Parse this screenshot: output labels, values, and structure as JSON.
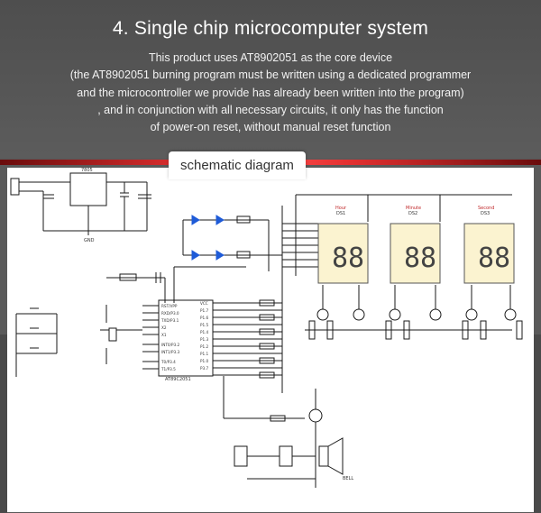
{
  "header": {
    "title": "4. Single chip microcomputer system",
    "lines": [
      "This product uses AT8902051 as the core device",
      "(the AT8902051 burning program must be written using a dedicated programmer",
      "and the microcontroller we provide has already been written into the program)",
      ", and in conjunction with all necessary circuits, it only has the function",
      "of power-on reset, without manual reset function"
    ]
  },
  "diagram": {
    "tab_label": "schematic diagram",
    "labels": {
      "reg": "7805",
      "gnd": "GND",
      "ic_lines": [
        "RST/VPP",
        "RXD/P3.0",
        "TXD/P3.1",
        "X2",
        "X1",
        "INT0/P3.2",
        "INT1/P3.3",
        "T0/P3.4",
        "T1/P3.5"
      ],
      "ic_right": [
        "VCC",
        "P1.7",
        "P1.6",
        "P1.5",
        "P1.4",
        "P1.3",
        "P1.2",
        "P1.1",
        "P1.0",
        "P3.7"
      ],
      "chip": "AT89C2051",
      "digit_labels": [
        "DS1",
        "DS2",
        "DS3"
      ],
      "digit_names": [
        "Hour",
        "Minute",
        "Second"
      ],
      "buzzer": "BELL"
    }
  }
}
